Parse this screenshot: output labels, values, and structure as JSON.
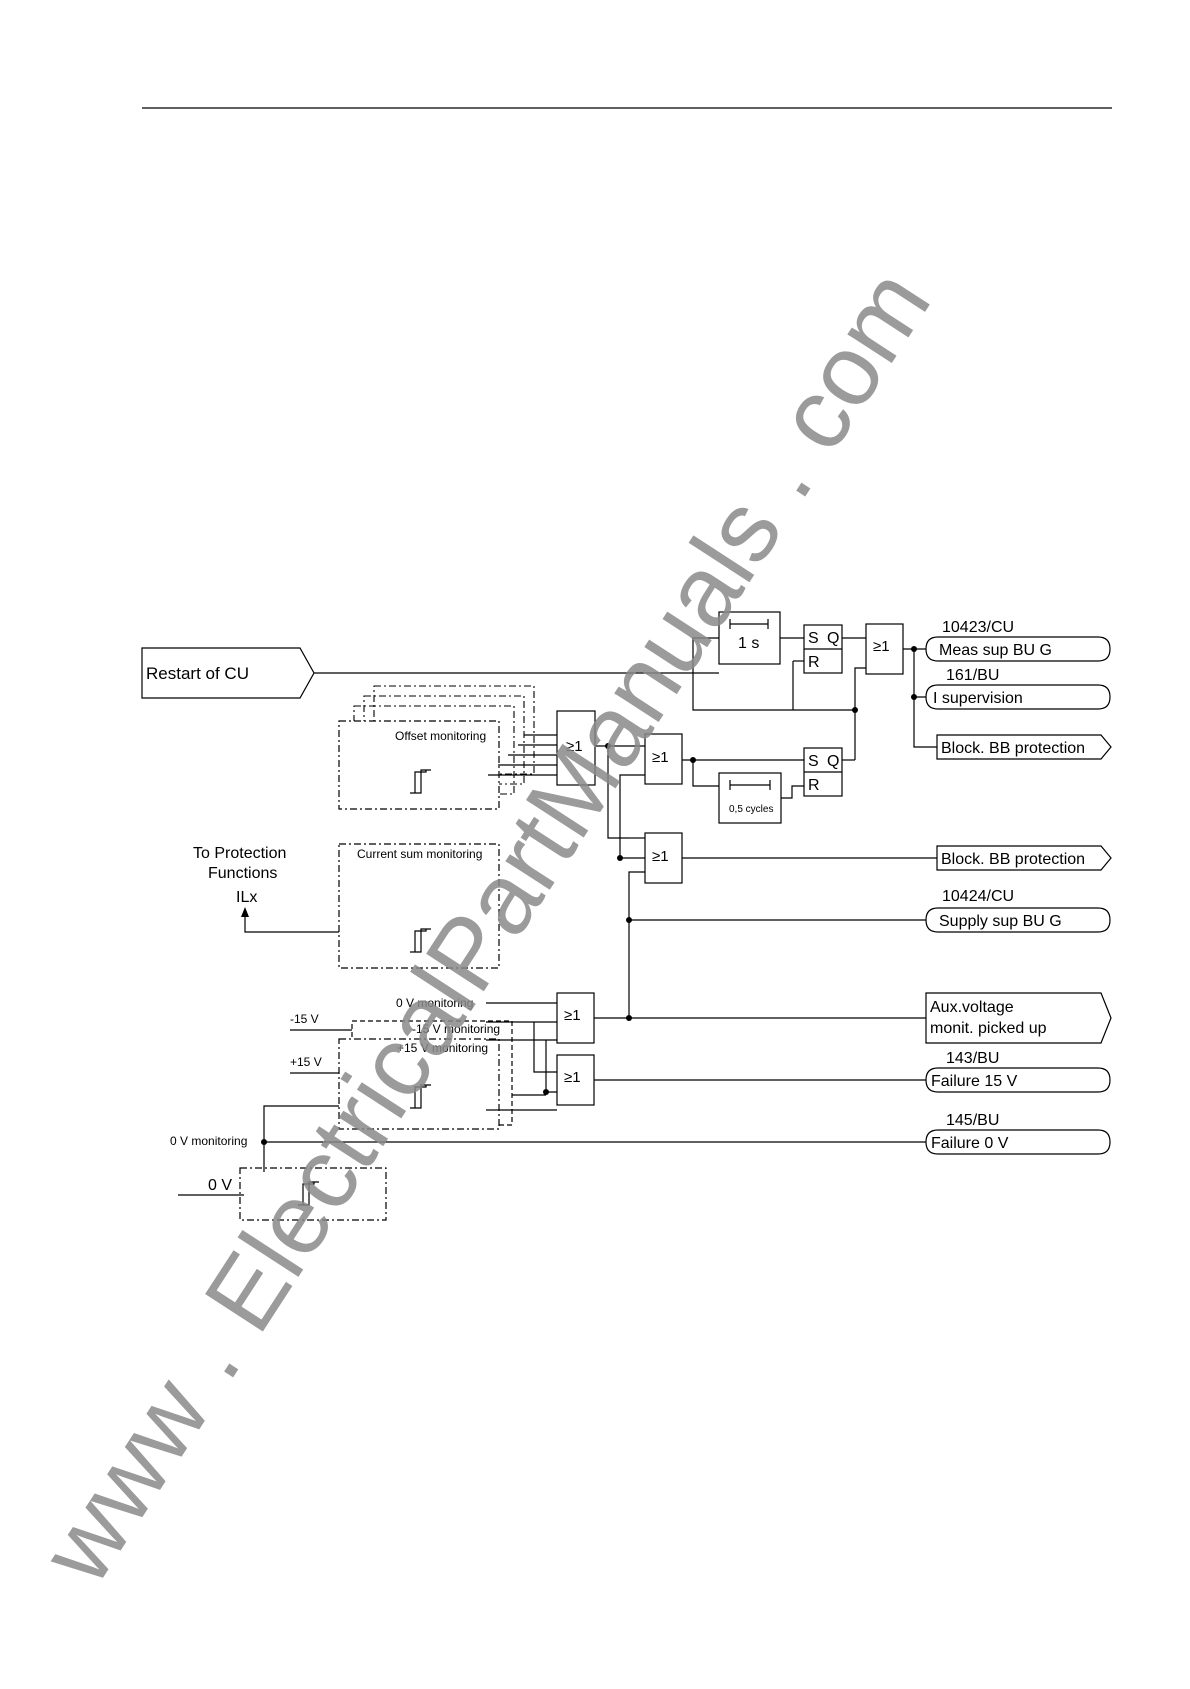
{
  "inputs": {
    "restart": "Restart of CU",
    "to_protection": "To Protection",
    "functions": "Functions",
    "ilx": "ILx",
    "minus15": "-15 V",
    "plus15": "+15 V",
    "zero_v": "0 V",
    "zero_v_mon": "0 V monitoring"
  },
  "blocks": {
    "offset": "Offset monitoring",
    "current_sum": "Current sum monitoring",
    "zero_mon": "0 V monitoring",
    "m15_mon": "-15 V monitoring",
    "p15_mon": "+15 V monitoring"
  },
  "logic": {
    "or": "≥1",
    "timer": "1 s",
    "cycles": "0,5 cycles",
    "s": "S",
    "q": "Q",
    "r": "R"
  },
  "outputs": {
    "o1_code": "10423/CU",
    "o1_label": "Meas sup BU   G",
    "o2_code": "161/BU",
    "o2_label": "I supervision",
    "o3_label": "Block. BB protection",
    "o4_label": "Block. BB protection",
    "o5_code": "10424/CU",
    "o5_label": "Supply sup BU G",
    "o6_label1": "Aux.voltage",
    "o6_label2": "monit. picked up",
    "o7_code": "143/BU",
    "o7_label": "Failure 15 V",
    "o8_code": "145/BU",
    "o8_label": "Failure 0 V"
  },
  "watermark": "www . ElectricalPartManuals . com"
}
